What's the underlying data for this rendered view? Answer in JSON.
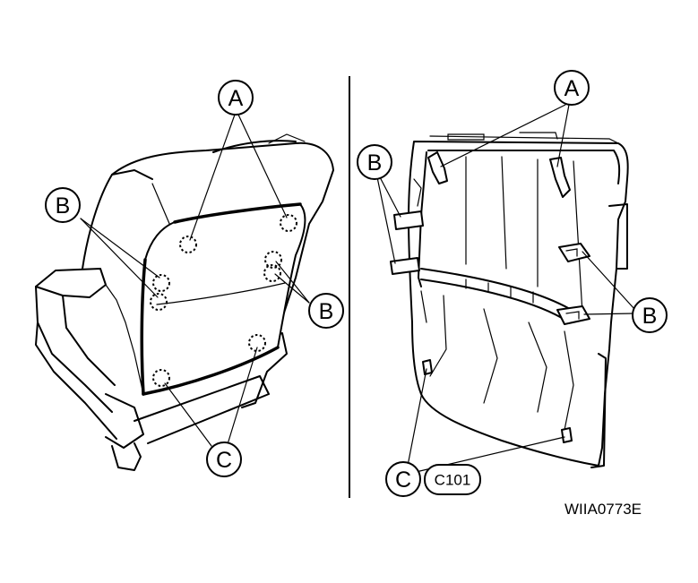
{
  "diagram": {
    "figure_code": "WIIA0773E",
    "view_code": "C101",
    "labels": {
      "a": "A",
      "b": "B",
      "c": "C"
    }
  }
}
